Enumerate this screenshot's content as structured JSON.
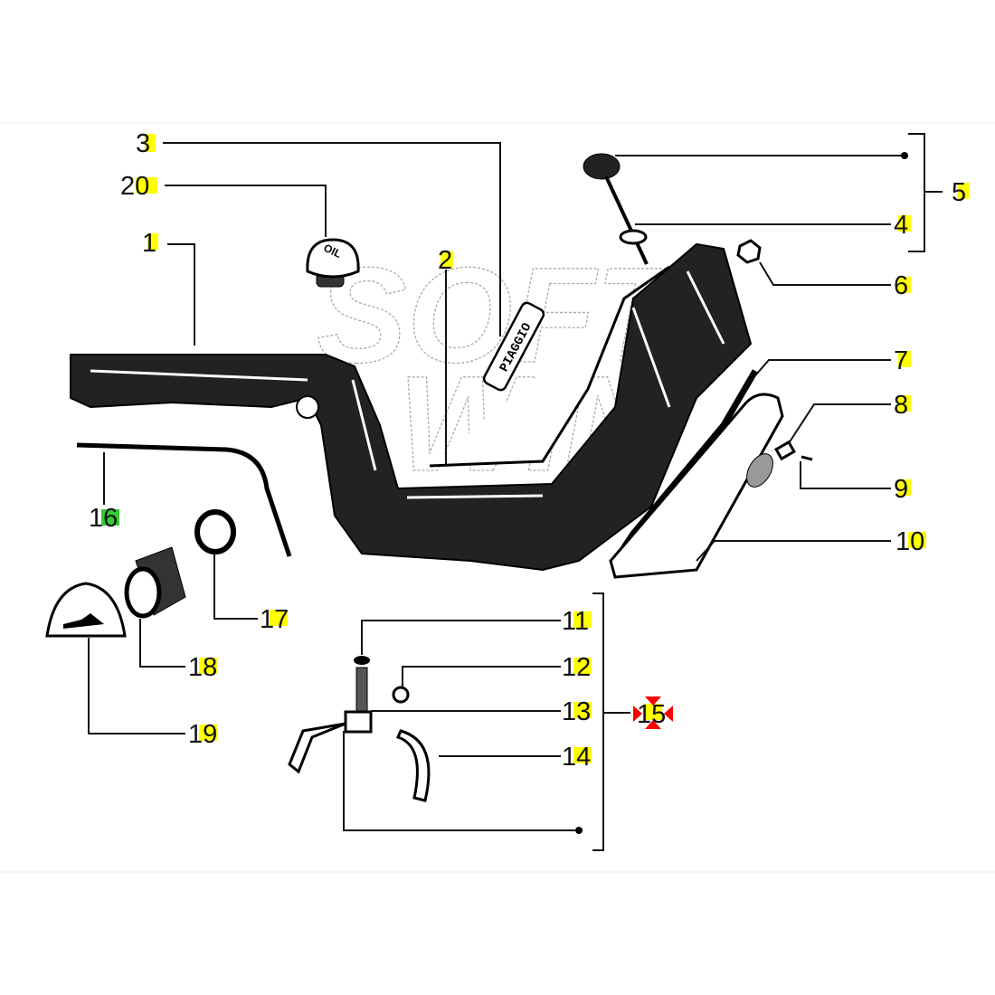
{
  "diagram": {
    "watermark": [
      "SOFT",
      "WIN"
    ],
    "decal_text": "PIAGGIO",
    "cap_text": "OIL",
    "highlight_color": "#ffff00",
    "highlight_color_16": "#33cc33",
    "marker_color": "#ff0000",
    "callouts": {
      "n1": "1",
      "n2": "2",
      "n3": "3",
      "n4": "4",
      "n5": "5",
      "n6": "6",
      "n7": "7",
      "n8": "8",
      "n9": "9",
      "n10": "10",
      "n11": "11",
      "n12": "12",
      "n13": "13",
      "n14": "14",
      "n15": "15",
      "n16": "16",
      "n17": "17",
      "n18": "18",
      "n19": "19",
      "n20": "20"
    }
  }
}
